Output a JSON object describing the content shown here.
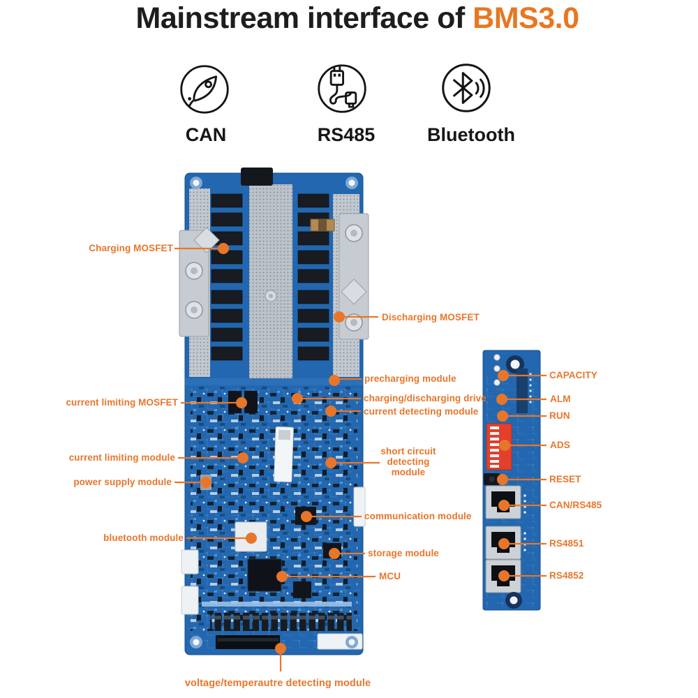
{
  "title": {
    "prefix": "Mainstream interface of ",
    "highlight": "BMS3.0"
  },
  "interfaces": [
    {
      "label": "CAN",
      "icon": "rocket-icon"
    },
    {
      "label": "RS485",
      "icon": "usb-cable-icon"
    },
    {
      "label": "Bluetooth",
      "icon": "bluetooth-icon"
    }
  ],
  "board_labels": {
    "main": [
      {
        "text": "Charging MOSFET"
      },
      {
        "text": "Discharging MOSFET"
      },
      {
        "text": "precharging module"
      },
      {
        "text": "charging/discharging drive"
      },
      {
        "text": "current detecting module"
      },
      {
        "text": "current limiting MOSFET"
      },
      {
        "text": "current limiting module"
      },
      {
        "text": "power supply module"
      },
      {
        "text": "short circuit detecting module"
      },
      {
        "text": "communication module"
      },
      {
        "text": "bluetooth module"
      },
      {
        "text": "storage module"
      },
      {
        "text": "MCU"
      },
      {
        "text": "voltage/temperautre detecting module"
      }
    ],
    "io": [
      {
        "text": "CAPACITY"
      },
      {
        "text": "ALM"
      },
      {
        "text": "RUN"
      },
      {
        "text": "ADS"
      },
      {
        "text": "RESET"
      },
      {
        "text": "CAN/RS485"
      },
      {
        "text": "RS4851"
      },
      {
        "text": "RS4852"
      }
    ]
  },
  "colors": {
    "accent": "#E8762A",
    "title_highlight": "#E87722",
    "board_blue": "#2267AF",
    "dip_red": "#E2402C"
  }
}
